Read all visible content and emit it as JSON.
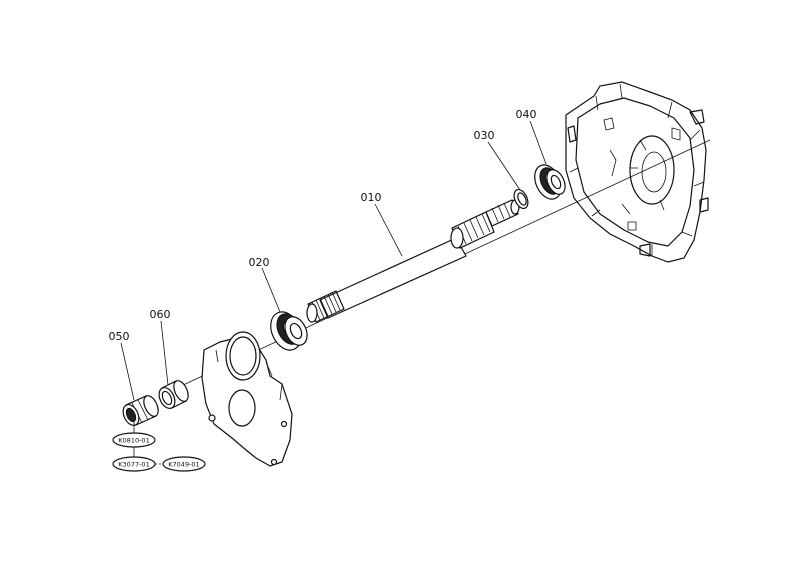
{
  "parts": [
    {
      "id": "p010",
      "number": "010",
      "name": "shaft"
    },
    {
      "id": "p020",
      "number": "020",
      "name": "ball-bearing"
    },
    {
      "id": "p030",
      "number": "030",
      "name": "snap-ring"
    },
    {
      "id": "p040",
      "number": "040",
      "name": "ball-bearing"
    },
    {
      "id": "p050",
      "number": "050",
      "name": "needle-bearing"
    },
    {
      "id": "p060",
      "number": "060",
      "name": "collar"
    }
  ],
  "references": [
    "K0810-01",
    "K3077-01",
    "K7049-01"
  ]
}
